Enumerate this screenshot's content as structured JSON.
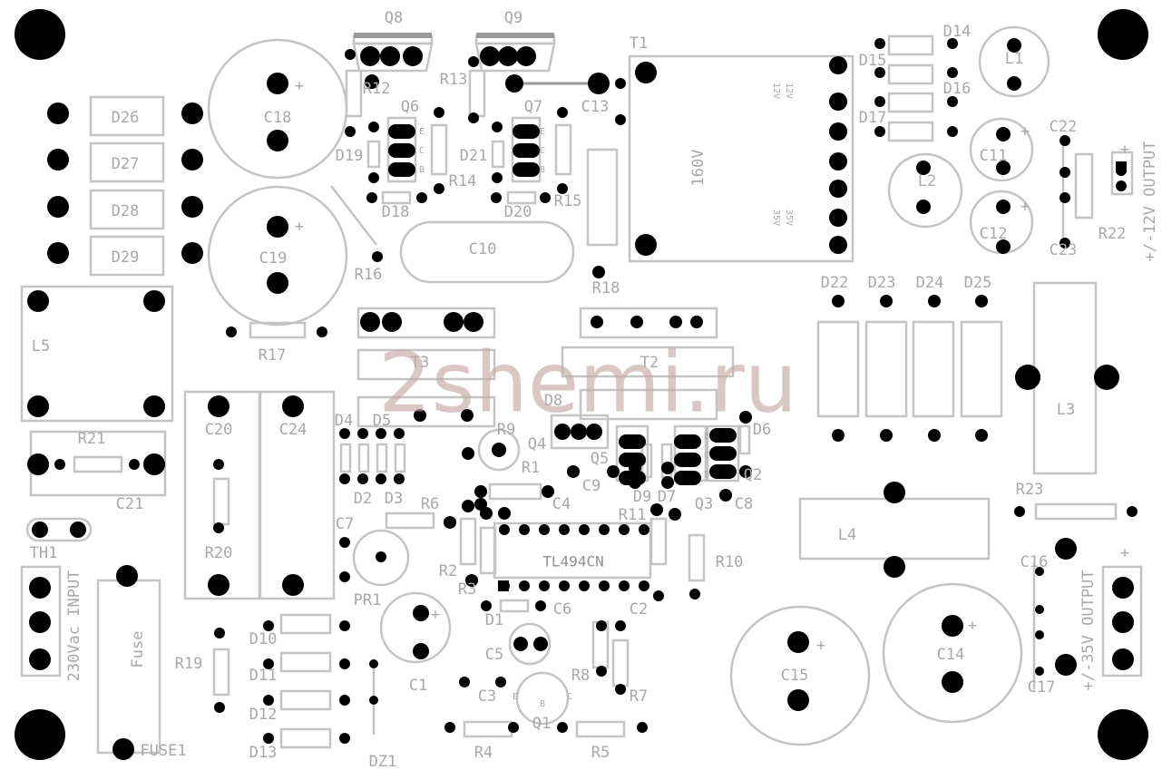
{
  "watermark": "2shemi.ru",
  "colors": {
    "silkscreen": "#c4c4c4",
    "label": "#a8a8a8",
    "pad": "#000000",
    "watermark": "#c9a9a9"
  },
  "ic": "TL494CN",
  "texts": {
    "input": "230Vac INPUT",
    "out35": "+/-35V OUTPUT",
    "out12": "+/-12V OUTPUT",
    "fuse": "Fuse",
    "v160": "160V",
    "v12a": "12V",
    "v12b": "12V",
    "v35a": "35V",
    "v35b": "35V",
    "plus": "+",
    "E": "E",
    "C": "C",
    "B": "B"
  },
  "labels": {
    "Q8": "Q8",
    "Q9": "Q9",
    "T1": "T1",
    "D14": "D14",
    "D15": "D15",
    "D16": "D16",
    "D17": "D17",
    "L1": "L1",
    "R12": "R12",
    "R13": "R13",
    "Q6": "Q6",
    "Q7": "Q7",
    "C13": "C13",
    "C18": "C18",
    "D26": "D26",
    "D27": "D27",
    "D28": "D28",
    "D29": "D29",
    "D19": "D19",
    "D21": "D21",
    "R14": "R14",
    "R15": "R15",
    "D18": "D18",
    "D20": "D20",
    "C22": "C22",
    "C11": "C11",
    "L2": "L2",
    "C12": "C12",
    "C23": "C23",
    "R22": "R22",
    "C10": "C10",
    "C19": "C19",
    "R16": "R16",
    "R18": "R18",
    "L5": "L5",
    "R17": "R17",
    "T3": "T3",
    "T2": "T2",
    "D22": "D22",
    "D23": "D23",
    "D24": "D24",
    "D25": "D25",
    "L3": "L3",
    "R21": "R21",
    "C20": "C20",
    "C24": "C24",
    "D4": "D4",
    "D5": "D5",
    "D8": "D8",
    "R9": "R9",
    "Q4": "Q4",
    "D6": "D6",
    "C21": "C21",
    "R1": "R1",
    "Q5": "Q5",
    "C9": "C9",
    "D2": "D2",
    "D3": "D3",
    "D9": "D9",
    "D7": "D7",
    "Q2": "Q2",
    "Q3": "Q3",
    "C8": "C8",
    "R6": "R6",
    "C4": "C4",
    "R11": "R11",
    "R23": "R23",
    "TH1": "TH1",
    "C7": "C7",
    "L4": "L4",
    "R10": "R10",
    "R2": "R2",
    "R3": "R3",
    "PR1": "PR1",
    "C6": "C6",
    "C2": "C2",
    "C16": "C16",
    "D1": "D1",
    "C14": "C14",
    "D10": "D10",
    "C5": "C5",
    "R19": "R19",
    "D11": "D11",
    "R8": "R8",
    "C1": "C1",
    "C15": "C15",
    "C3": "C3",
    "R7": "R7",
    "D12": "D12",
    "Q1": "Q1",
    "C17": "C17",
    "FUSE1": "FUSE1",
    "D13": "D13",
    "DZ1": "DZ1",
    "R4": "R4",
    "R5": "R5",
    "R20": "R20"
  }
}
